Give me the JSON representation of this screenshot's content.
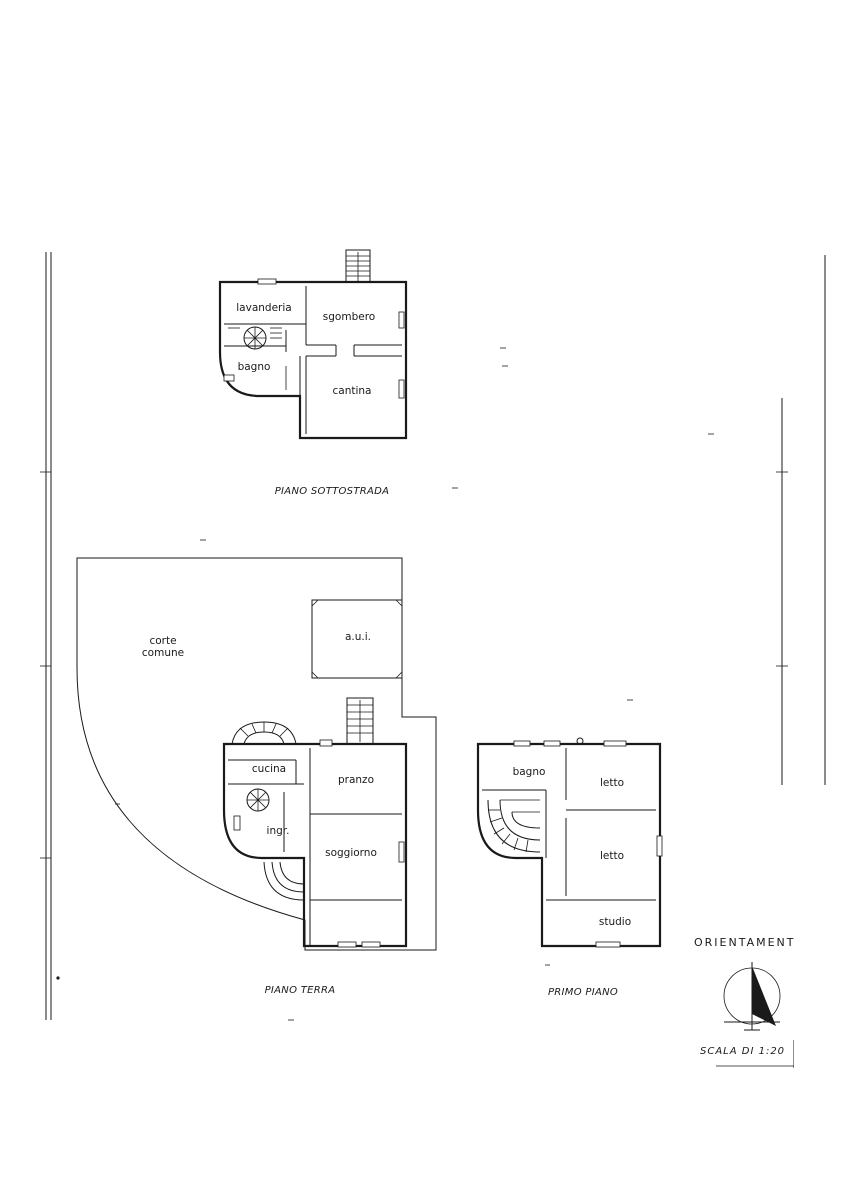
{
  "sotto": {
    "title": "PIANO SOTTOSTRADA",
    "rooms": {
      "lavanderia": "lavanderia",
      "sgombero": "sgombero",
      "bagno": "bagno",
      "cantina": "cantina"
    }
  },
  "terra": {
    "title": "PIANO TERRA",
    "rooms": {
      "corte_1": "corte",
      "corte_2": "comune",
      "aui": "a.u.i.",
      "cucina": "cucina",
      "pranzo": "pranzo",
      "ingr": "ingr.",
      "soggiorno": "soggiorno"
    }
  },
  "primo": {
    "title": "PRIMO PIANO",
    "rooms": {
      "bagno": "bagno",
      "letto_1": "letto",
      "letto_2": "letto",
      "studio": "studio"
    }
  },
  "legend": {
    "orientamento": "ORIENTAMENTO",
    "scala": "SCALA DI 1:20"
  },
  "colors": {
    "line": "#1a1a1a",
    "paper": "#ffffff"
  }
}
